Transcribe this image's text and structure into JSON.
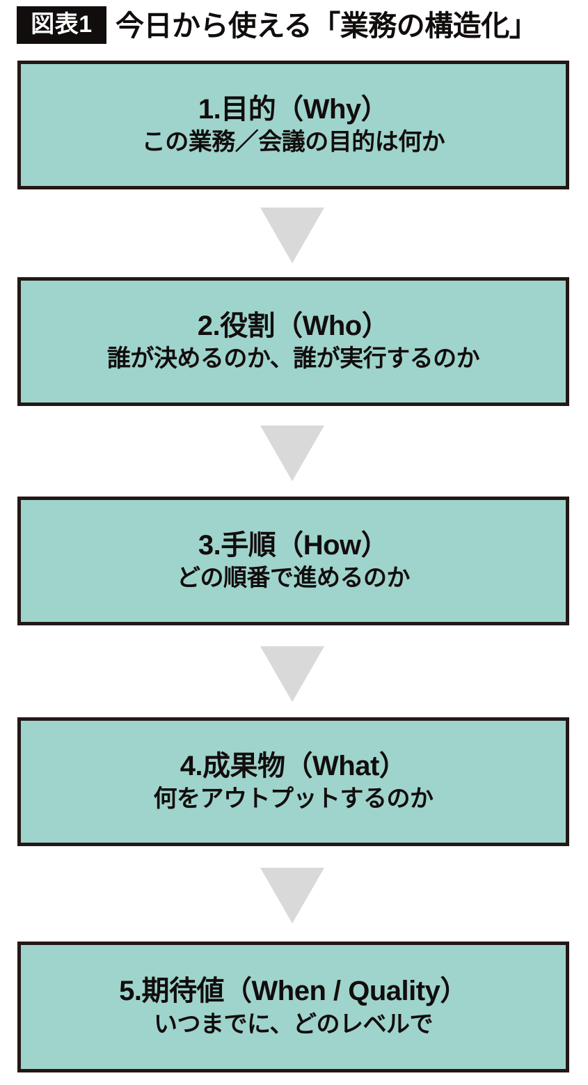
{
  "header": {
    "badge_label": "図表1",
    "title": "今日から使える「業務の構造化」"
  },
  "colors": {
    "box_fill": "#9FD4CC",
    "box_border": "#231815",
    "badge_background": "#120D0D",
    "badge_text": "#FFFFFF",
    "arrow_fill": "#D9D9D9",
    "page_background": "#FFFFFF",
    "text": "#120D0D"
  },
  "chart_data": {
    "type": "diagram",
    "subtype": "vertical-flowchart",
    "title": "今日から使える「業務の構造化」",
    "badge": "図表1",
    "direction": "top-to-bottom",
    "node_count": 5,
    "connector": "downward-triangle",
    "categories": [
      "1.目的（Why）",
      "2.役割（Who）",
      "3.手順（How）",
      "4.成果物（What）",
      "5.期待値（When / Quality）"
    ],
    "values": [
      1,
      2,
      3,
      4,
      5
    ],
    "nodes": [
      {
        "order": 1,
        "title": "1.目的（Why）",
        "description": "この業務／会議の目的は何か",
        "keyword": "Why"
      },
      {
        "order": 2,
        "title": "2.役割（Who）",
        "description": "誰が決めるのか、誰が実行するのか",
        "keyword": "Who"
      },
      {
        "order": 3,
        "title": "3.手順（How）",
        "description": "どの順番で進めるのか",
        "keyword": "How"
      },
      {
        "order": 4,
        "title": "4.成果物（What）",
        "description": "何をアウトプットするのか",
        "keyword": "What"
      },
      {
        "order": 5,
        "title": "5.期待値（When / Quality）",
        "description": "いつまでに、どのレベルで",
        "keyword": "When / Quality"
      }
    ]
  },
  "arrows": [
    {
      "name": "arrow-1-to-2",
      "icon": "triangle-down-icon"
    },
    {
      "name": "arrow-2-to-3",
      "icon": "triangle-down-icon"
    },
    {
      "name": "arrow-3-to-4",
      "icon": "triangle-down-icon"
    },
    {
      "name": "arrow-4-to-5",
      "icon": "triangle-down-icon"
    }
  ]
}
